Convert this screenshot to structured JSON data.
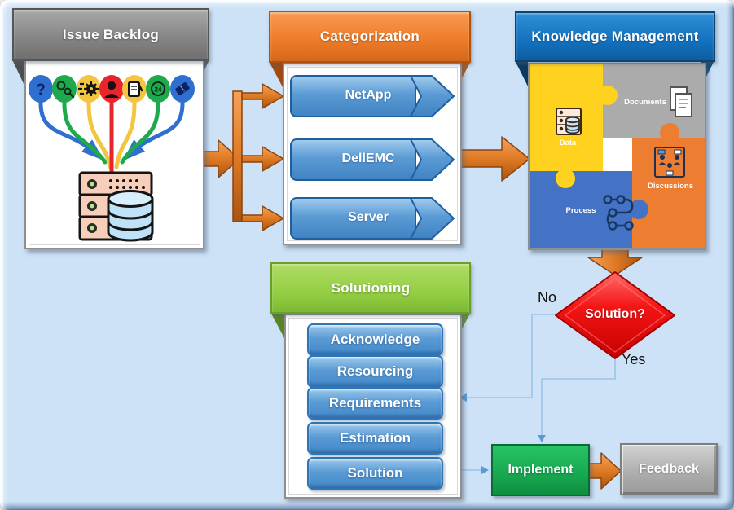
{
  "panels": {
    "issue_backlog": {
      "title": "Issue Backlog",
      "icons": [
        {
          "name": "question-icon",
          "color": "#2E6FD0"
        },
        {
          "name": "search-gears-icon",
          "color": "#1EA94C"
        },
        {
          "name": "fast-gear-icon",
          "color": "#F4C53E"
        },
        {
          "name": "support-agent-icon",
          "color": "#E8242C"
        },
        {
          "name": "note-edit-icon",
          "color": "#F4C53E"
        },
        {
          "name": "support-24h-icon",
          "color": "#1EA94C"
        },
        {
          "name": "ticket-icon",
          "color": "#2E6FD0"
        }
      ],
      "server_icon": "server-database-icon"
    },
    "categorization": {
      "title": "Categorization",
      "items": [
        {
          "label": "NetApp"
        },
        {
          "label": "DellEMC"
        },
        {
          "label": "Server"
        }
      ]
    },
    "knowledge_management": {
      "title": "Knowledge Management",
      "pieces": [
        {
          "label": "Data",
          "color": "#FFD21F",
          "icon": "data-server-icon"
        },
        {
          "label": "Documents",
          "color": "#ABABAB",
          "icon": "documents-icon"
        },
        {
          "label": "Process",
          "color": "#4472C4",
          "icon": "process-flow-icon"
        },
        {
          "label": "Discussions",
          "color": "#ED7D31",
          "icon": "discussions-icon"
        }
      ]
    },
    "solutioning": {
      "title": "Solutioning",
      "steps": [
        {
          "label": "Acknowledge"
        },
        {
          "label": "Resourcing"
        },
        {
          "label": "Requirements"
        },
        {
          "label": "Estimation"
        },
        {
          "label": "Solution"
        }
      ]
    }
  },
  "decision": {
    "label": "Solution?",
    "no_label": "No",
    "yes_label": "Yes",
    "color": "#E80000"
  },
  "nodes": {
    "implement": {
      "label": "Implement",
      "color": "#17A850"
    },
    "feedback": {
      "label": "Feedback",
      "color": "#ACACAC"
    }
  },
  "colors": {
    "background": "#CDE2F6",
    "banner_gray": "#868686",
    "banner_orange": "#EF7D2A",
    "banner_blue": "#1371BE",
    "banner_green": "#94CE44",
    "chevron_blue": "#5B9BD5",
    "arrow_orange": "#D2691E",
    "connector_blue": "#9DC3E6"
  }
}
